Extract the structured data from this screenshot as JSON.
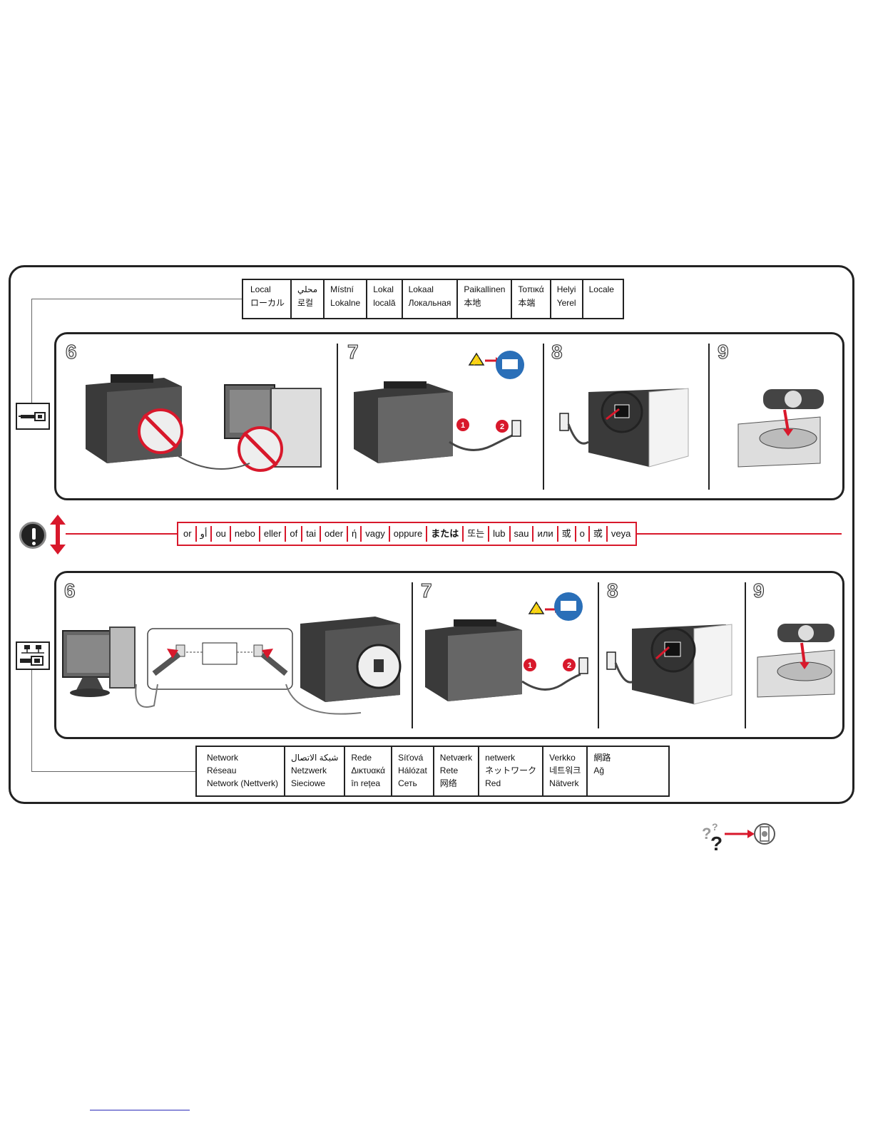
{
  "local_labels": [
    [
      "Local",
      "ローカル"
    ],
    [
      "محلي",
      "로컬"
    ],
    [
      "Místní",
      "Lokalne"
    ],
    [
      "Lokal",
      "locală"
    ],
    [
      "Lokaal",
      "Локальная"
    ],
    [
      "Paikallinen",
      "本地"
    ],
    [
      "Τοπικά",
      "本端"
    ],
    [
      "Helyi",
      "Yerel"
    ],
    [
      "Locale",
      ""
    ]
  ],
  "or_words": [
    "or",
    "أو",
    "ou",
    "nebo",
    "eller",
    "of",
    "tai",
    "oder",
    "ή",
    "vagy",
    "oppure",
    "または",
    "또는",
    "lub",
    "sau",
    "или",
    "或",
    "o",
    "或",
    "veya"
  ],
  "network_labels": [
    [
      "Network",
      "Réseau",
      "Network (Nettverk)"
    ],
    [
      "شبكة الاتصال",
      "Netzwerk",
      "Sieciowe"
    ],
    [
      "Rede",
      "Δικτυακά",
      "în rețea"
    ],
    [
      "Síťová",
      "Hálózat",
      "Сеть"
    ],
    [
      "Netværk",
      "Rete",
      "网络"
    ],
    [
      "netwerk",
      "ネットワーク",
      "Red"
    ],
    [
      "Verkko",
      "네트워크",
      "Nätverk"
    ],
    [
      "網路",
      "Ağ",
      ""
    ]
  ],
  "steps_top": [
    "6",
    "7",
    "8",
    "9"
  ],
  "steps_bottom": [
    "6",
    "7",
    "8",
    "9"
  ],
  "badges": [
    "1",
    "2"
  ],
  "colors": {
    "accent_red": "#d8182b",
    "frame": "#222222"
  }
}
